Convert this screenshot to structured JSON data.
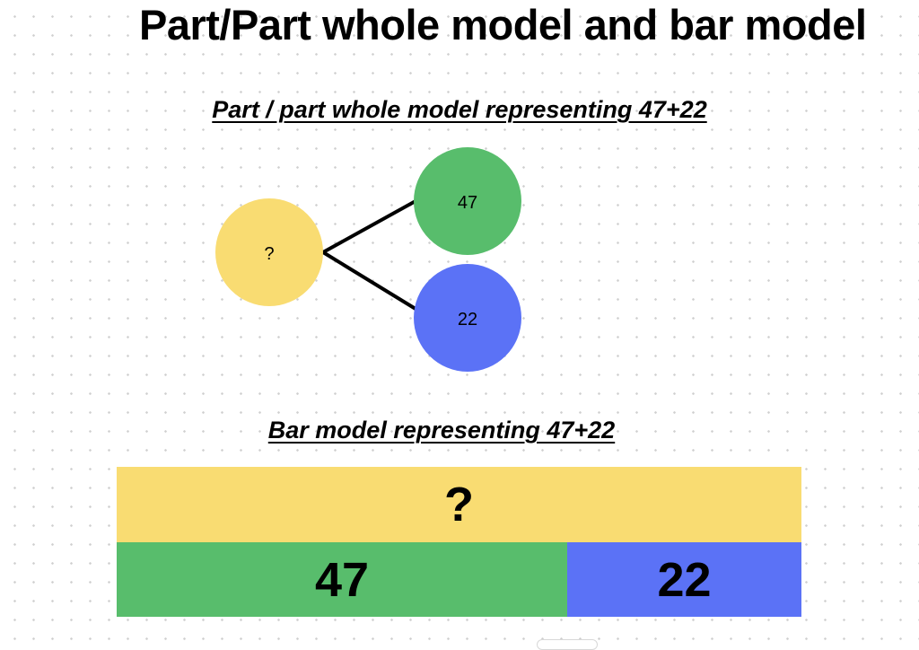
{
  "title": "Part/Part whole model and bar model",
  "part_whole_model": {
    "heading": "Part / part whole model representing 47+22",
    "whole": {
      "label": "?",
      "color": "#f9dc72"
    },
    "parts": [
      {
        "label": "47",
        "color": "#58bd6c"
      },
      {
        "label": "22",
        "color": "#5b72f6"
      }
    ]
  },
  "bar_model": {
    "heading": "Bar model representing 47+22",
    "whole": {
      "label": "?",
      "color": "#f9dc72"
    },
    "parts": [
      {
        "label": "47",
        "color": "#58bd6c"
      },
      {
        "label": "22",
        "color": "#5b72f6"
      }
    ]
  }
}
